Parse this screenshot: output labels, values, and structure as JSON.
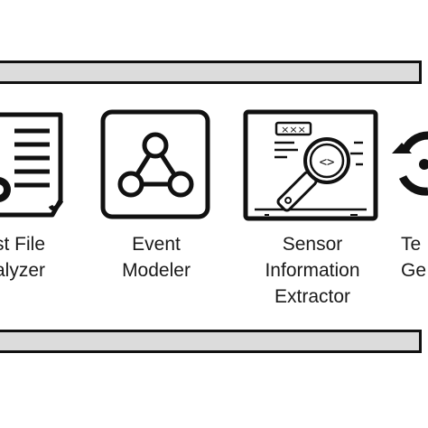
{
  "stages": [
    {
      "id": "file-analyzer",
      "icon": "document-icon",
      "line1": "st File",
      "line2": "alyzer"
    },
    {
      "id": "event-modeler",
      "icon": "triangle-graph-icon",
      "line1": "Event",
      "line2": "Modeler"
    },
    {
      "id": "sensor-extractor",
      "icon": "magnifier-code-icon",
      "line1": "Sensor",
      "line2": "Information",
      "line3": "Extractor"
    },
    {
      "id": "template",
      "icon": "circular-arrows-icon",
      "line1": "Te",
      "line2": "Ge"
    }
  ],
  "sensor_screen_text": "×××",
  "code_glyph": "<>",
  "colors": {
    "ink": "#111111",
    "band": "#dcdcdc",
    "background": "#ffffff"
  }
}
